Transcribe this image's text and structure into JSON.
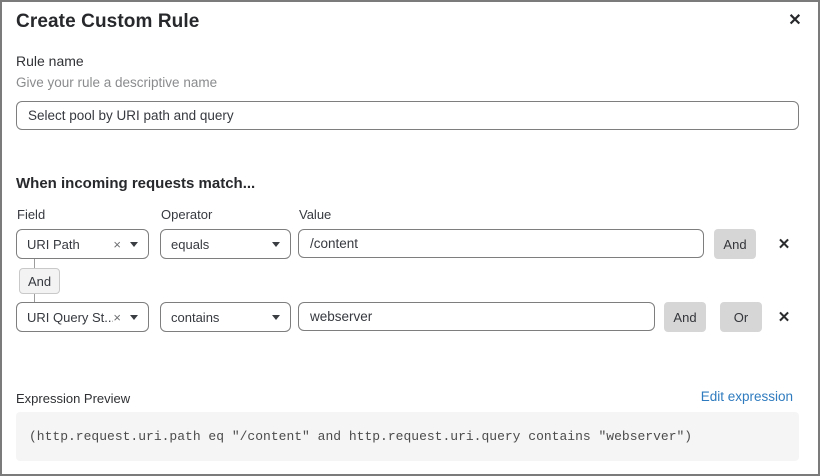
{
  "dialog": {
    "title": "Create Custom Rule"
  },
  "icons": {
    "close": "✕",
    "delete_row": "✕",
    "clear": "×"
  },
  "rule_name": {
    "label": "Rule name",
    "hint": "Give your rule a descriptive name",
    "value": "Select pool by URI path and query"
  },
  "match": {
    "heading": "When incoming requests match...",
    "columns": {
      "field": "Field",
      "operator": "Operator",
      "value": "Value"
    },
    "rows": [
      {
        "field": "URI Path",
        "operator": "equals",
        "value": "/content",
        "and_label": "And"
      },
      {
        "field": "URI Query St...",
        "operator": "contains",
        "value": "webserver",
        "and_label": "And",
        "or_label": "Or"
      }
    ],
    "connector_label": "And"
  },
  "expression": {
    "label": "Expression Preview",
    "edit_link": "Edit expression",
    "code": "(http.request.uri.path eq \"/content\" and http.request.uri.query contains \"webserver\")"
  },
  "colors": {
    "accent_link": "#2f7bbf",
    "button_gray": "#d6d6d6",
    "code_bg": "#f5f5f5",
    "border_gray": "#7e7e7e"
  }
}
